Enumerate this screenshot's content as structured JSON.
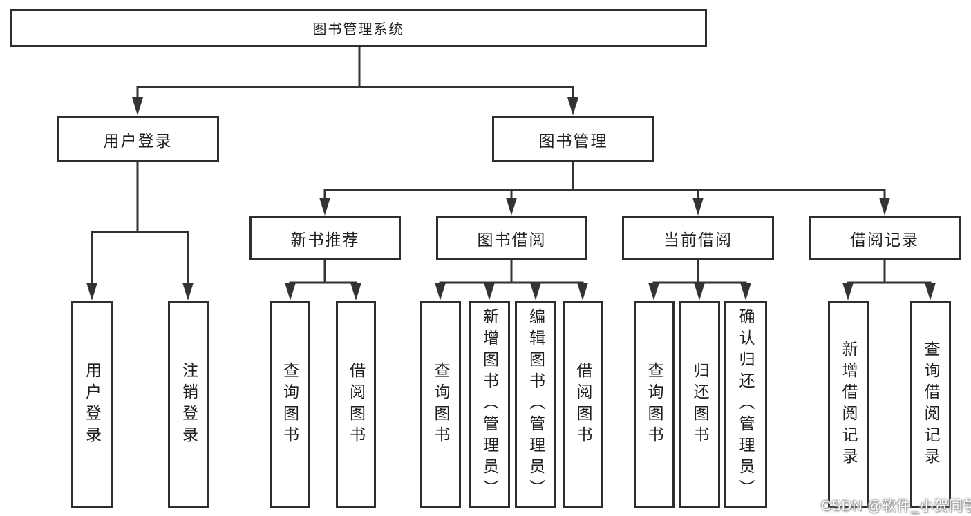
{
  "colors": {
    "background": "#ffffff",
    "line": "#333333",
    "box_border": "#2e2e2e",
    "text": "#1f1f1f",
    "watermark_text": "#fbfbfb"
  },
  "root": {
    "label": "图书管理系统"
  },
  "user_login": {
    "label": "用户登录",
    "children": [
      {
        "label": "用户登录"
      },
      {
        "label": "注销登录"
      }
    ]
  },
  "book_management": {
    "label": "图书管理",
    "sections": [
      {
        "label": "新书推荐",
        "children": [
          {
            "label": "查询图书"
          },
          {
            "label": "借阅图书"
          }
        ]
      },
      {
        "label": "图书借阅",
        "children": [
          {
            "label": "查询图书"
          },
          {
            "label": "新增图书（管理员）"
          },
          {
            "label": "编辑图书（管理员）"
          },
          {
            "label": "借阅图书"
          }
        ]
      },
      {
        "label": "当前借阅",
        "children": [
          {
            "label": "查询图书"
          },
          {
            "label": "归还图书"
          },
          {
            "label": "确认归还（管理员）"
          }
        ]
      },
      {
        "label": "借阅记录",
        "children": [
          {
            "label": "新增借阅记录"
          },
          {
            "label": "查询借阅记录"
          }
        ]
      }
    ]
  },
  "watermark": "CSDN @软件_小贺同学"
}
